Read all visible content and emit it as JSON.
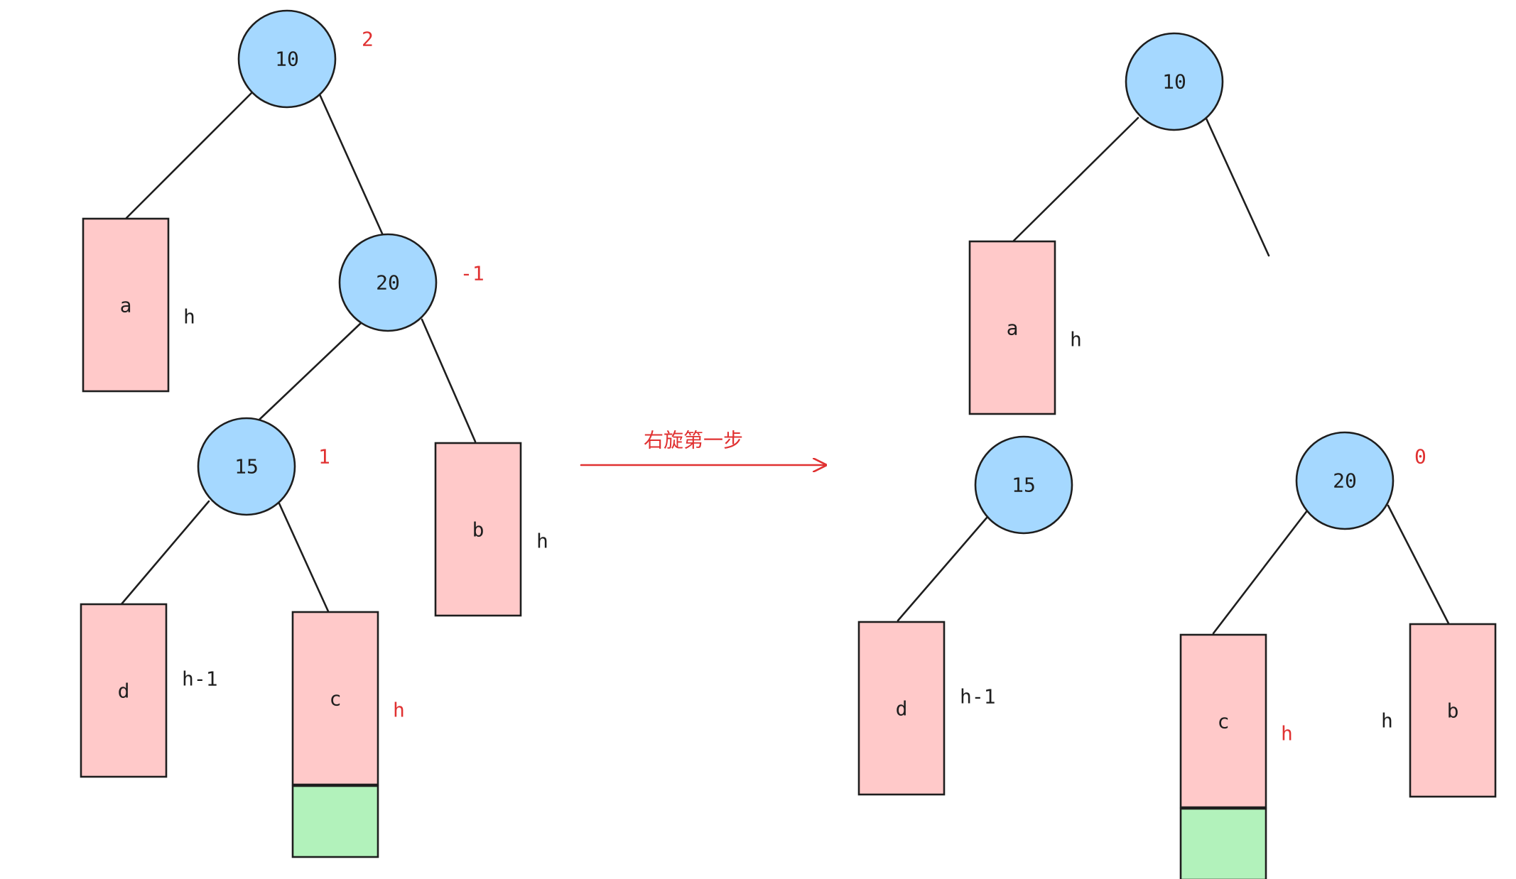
{
  "before": {
    "nodes": {
      "n10": {
        "label": "10",
        "balance": "2"
      },
      "n20": {
        "label": "20",
        "balance": "-1"
      },
      "n15": {
        "label": "15",
        "balance": "1"
      }
    },
    "subtrees": {
      "a": {
        "label": "a",
        "height": "h"
      },
      "b": {
        "label": "b",
        "height": "h"
      },
      "d": {
        "label": "d",
        "height": "h-1"
      },
      "c": {
        "label": "c",
        "height": "h"
      }
    }
  },
  "arrow": {
    "label": "右旋第一步"
  },
  "after": {
    "nodes": {
      "n10": {
        "label": "10"
      },
      "n15": {
        "label": "15"
      },
      "n20": {
        "label": "20",
        "balance": "0"
      }
    },
    "subtrees": {
      "a": {
        "label": "a",
        "height": "h"
      },
      "d": {
        "label": "d",
        "height": "h-1"
      },
      "c": {
        "label": "c",
        "height": "h"
      },
      "b": {
        "label": "b",
        "height": "h"
      }
    }
  },
  "colors": {
    "node_fill": "#a5d8ff",
    "subtree_fill": "#ffc9c9",
    "added_fill": "#b2f2bb",
    "accent_red": "#e03131",
    "stroke": "#1e1e1e"
  }
}
